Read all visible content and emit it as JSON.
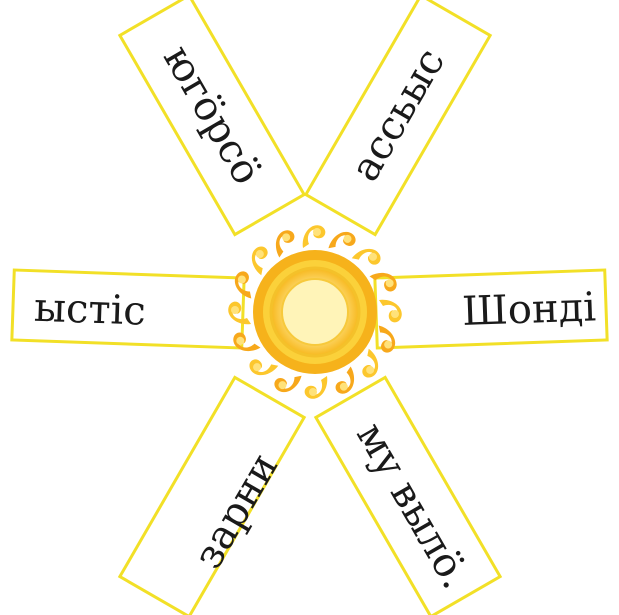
{
  "colors": {
    "ray_border": "#f2e027",
    "sun_outer": "#f6b21b",
    "sun_mid": "#fbd13a",
    "sun_inner": "#fff4b8"
  },
  "icons": {
    "center": "sun-icon"
  },
  "rays": [
    {
      "id": "top-left",
      "word": "югöрсö"
    },
    {
      "id": "top-right",
      "word": "ассьыс"
    },
    {
      "id": "left",
      "word": "ыстiс"
    },
    {
      "id": "right",
      "word": "Шондi"
    },
    {
      "id": "bottom-left",
      "word": "зарни"
    },
    {
      "id": "bottom-right",
      "word": "му вылö."
    }
  ]
}
